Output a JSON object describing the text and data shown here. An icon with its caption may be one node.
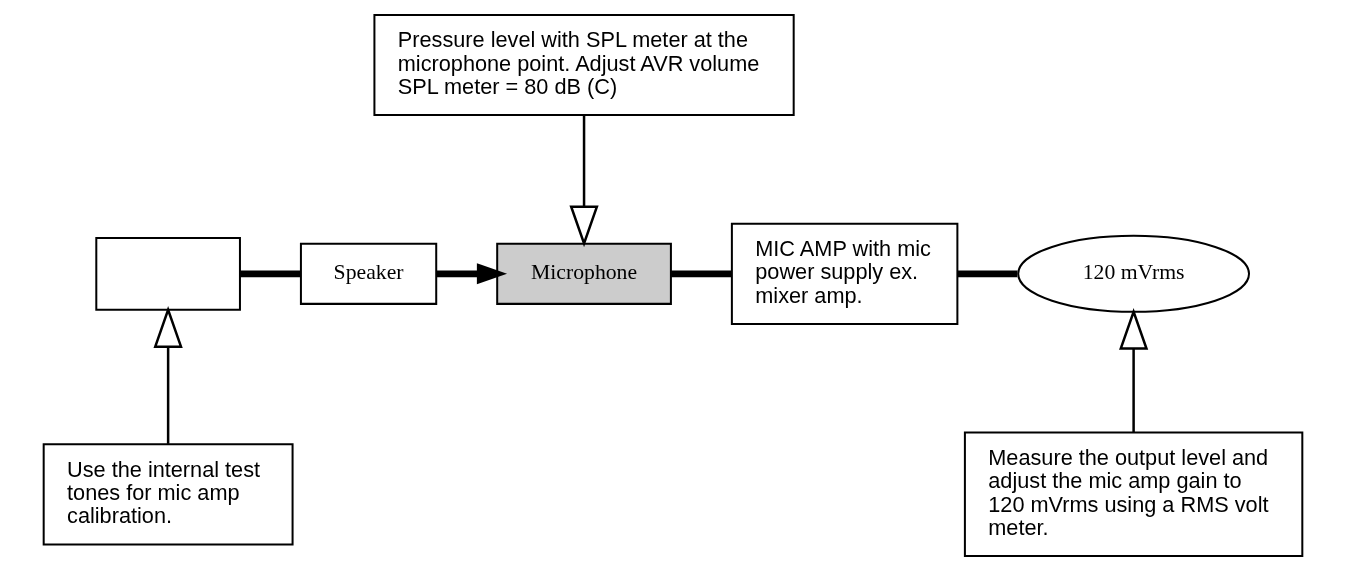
{
  "diagram": {
    "nodes": [
      {
        "text": [
          "Pressure level with SPL meter at the microphone point. Adjust AVR volume SPL meter = 80 dB (C)"
        ]
      },
      {
        "text": [],
        "shape": "box"
      },
      {
        "text": [
          "Speaker"
        ]
      },
      {
        "text": [
          "Microphone"
        ]
      },
      {
        "text": [
          "MIC AMP with mic power supply ex. mixer amp."
        ]
      },
      {
        "text": [
          "120 mVrms"
        ]
      },
      {
        "text": [
          "Use the internal test tones for mic amp calibration."
        ]
      },
      {
        "text": [
          "Measure the output level and adjust the mic amp gain to 120 mVrms using a RMS volt meter."
        ]
      }
    ],
    "edges": [
      {
        "from": 0,
        "to": 3,
        "arrow": "to"
      },
      {
        "from": 1,
        "to": 2,
        "arrow": "none"
      },
      {
        "from": 2,
        "to": 3,
        "arrow": "to"
      },
      {
        "from": 3,
        "to": 4,
        "arrow": "none"
      },
      {
        "from": 4,
        "to": 5,
        "arrow": "none"
      },
      {
        "from": 6,
        "to": 1,
        "arrow": "to"
      },
      {
        "from": 7,
        "to": 5,
        "arrow": "to"
      }
    ]
  }
}
